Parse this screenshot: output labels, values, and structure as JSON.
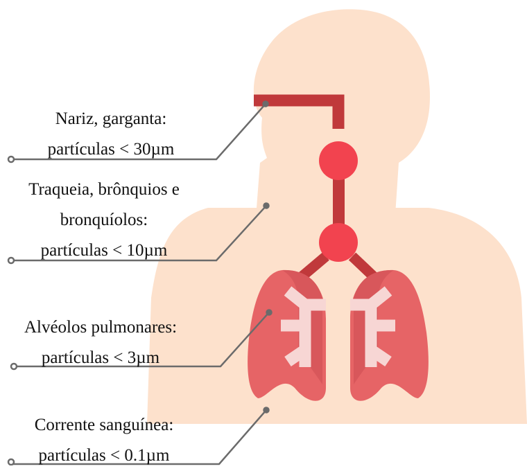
{
  "colors": {
    "skin": "#fde1cc",
    "airway": "#c0393b",
    "node": "#f2434f",
    "lung": "#e66466",
    "lung_dark": "#d8575b",
    "bronchi": "#f7d6d4",
    "leader": "#6b6b6b"
  },
  "labels": [
    {
      "id": "nose",
      "lines": [
        "Nariz, garganta:",
        "partículas < 30µm"
      ]
    },
    {
      "id": "trachea",
      "lines": [
        "Traqueia, brônquios e",
        "bronquíolos:",
        "partículas < 10µm"
      ]
    },
    {
      "id": "alveoli",
      "lines": [
        "Alvéolos pulmonares:",
        "partículas < 3µm"
      ]
    },
    {
      "id": "blood",
      "lines": [
        "Corrente sanguínea:",
        "partículas < 0.1µm"
      ]
    }
  ]
}
